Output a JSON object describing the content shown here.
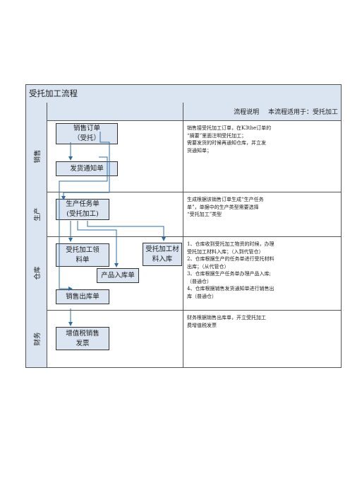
{
  "header": {
    "title": "受托加工流程",
    "flow_note_label": "流程说明",
    "scope_text": "本流程适用于：受托加工"
  },
  "lanes": [
    {
      "label": "销售",
      "boxes": [
        {
          "line1": "销售订单",
          "line2": "（受托）"
        },
        {
          "line1": "发货通知单",
          "line2": ""
        }
      ],
      "desc": [
        "销售接受托加工订单，在K3the订单的",
        "“摘要”里面注明受托加工；",
        "需要发货的时候再通知仓库，并立发",
        "货通知单；"
      ]
    },
    {
      "label": "生产",
      "boxes": [
        {
          "line1": "生产任务单",
          "line2": "(受托加工)"
        }
      ],
      "desc": [
        "生成根据该销售订单生成“生产任务",
        "单”，单据中的生产类型需要选择",
        "“受托加工”类型"
      ]
    },
    {
      "label": "仓库",
      "boxes": [
        {
          "line1": "受托加工领",
          "line2": "料单"
        },
        {
          "line1": "受托加工材",
          "line2": "料入库"
        },
        {
          "line1": "产品入库单",
          "line2": ""
        },
        {
          "line1": "销售出库单",
          "line2": ""
        }
      ],
      "desc": [
        "1、仓库收到受托加工物资的时候，办理",
        "受托加工材料入库；（入到代管仓）",
        "2、仓库根据生产的任务单进行受托材料",
        "出库；（从代管仓）",
        "3、仓库根据生产任务单办理产品入库;",
        "（普通仓）",
        "4、仓库根据销售发货通知单进行销售出",
        "库（普通仓）"
      ]
    },
    {
      "label": "财务",
      "boxes": [
        {
          "line1": "增值税销售",
          "line2": "发票"
        }
      ],
      "desc": [
        "",
        "",
        "财务根据销售出库单，开立受托加工",
        "费增值税发票"
      ]
    }
  ],
  "colors": {
    "box_fill": "#dbe5f1",
    "connector": "#2e6da4",
    "border": "#555555"
  }
}
